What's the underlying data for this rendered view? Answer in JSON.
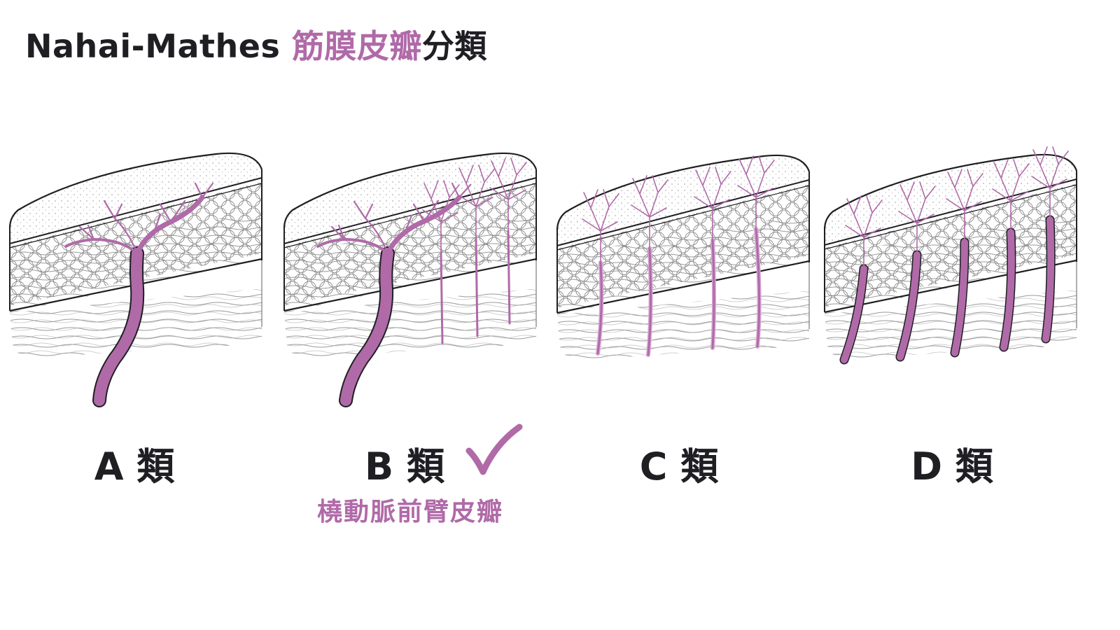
{
  "title": {
    "prefix": "Nahai-Mathes ",
    "accent": "筋膜皮瓣",
    "suffix": "分類"
  },
  "panels": [
    {
      "id": "A",
      "label": "A 類"
    },
    {
      "id": "B",
      "label": "B 類",
      "sublabel": "橈動脈前臂皮瓣",
      "selected": true
    },
    {
      "id": "C",
      "label": "C 類"
    },
    {
      "id": "D",
      "label": "D 類"
    }
  ],
  "colors": {
    "vessel": "#b06aa8",
    "vessel_light": "#d7a6d1",
    "ink": "#1f1f23",
    "accent": "#b06aa8"
  },
  "icons": {
    "selected": "checkmark-icon"
  }
}
